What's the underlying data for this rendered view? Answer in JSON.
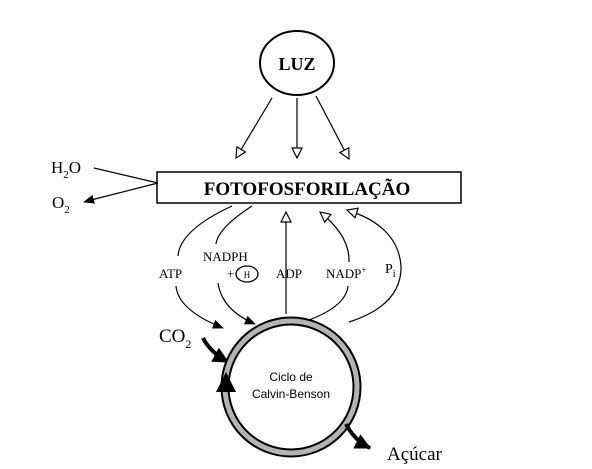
{
  "diagram": {
    "light_source": "LUZ",
    "process_box": "FOTOFOSFORILAÇÃO",
    "inputs_left": {
      "water": {
        "base": "H",
        "sub": "2",
        "tail": "O"
      },
      "oxygen": {
        "base": "O",
        "sub": "2"
      }
    },
    "carriers": {
      "atp": "ATP",
      "nadph": "NADPH",
      "plus": "+",
      "h_ion": "H",
      "adp": "ADP",
      "nadp": {
        "base": "NADP",
        "sup": "+"
      },
      "pi": {
        "base": "P",
        "sub": "i"
      }
    },
    "co2": {
      "base": "CO",
      "sub": "2"
    },
    "cycle": {
      "line1": "Ciclo de",
      "line2": "Calvin-Benson"
    },
    "product": "Açúcar",
    "colors": {
      "ink": "#000000",
      "cycle_ring_fill": "#b3b3b3",
      "background": "#ffffff"
    }
  }
}
